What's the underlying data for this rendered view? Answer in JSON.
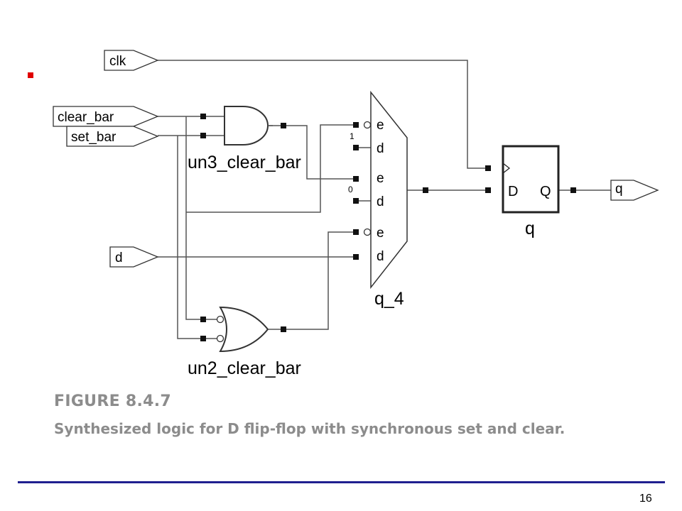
{
  "ports": {
    "clk": "clk",
    "clear_bar": "clear_bar",
    "set_bar": "set_bar",
    "d": "d",
    "q": "q"
  },
  "gates": {
    "and_gate": "un3_clear_bar",
    "or_gate": "un2_clear_bar",
    "mux": "q_4",
    "flipflop": "q"
  },
  "mux_pins": {
    "e1": "e",
    "d1": "d",
    "e2": "e",
    "d2": "d",
    "e3": "e",
    "d3": "d",
    "sel1": "1",
    "sel0": "0"
  },
  "ff_pins": {
    "d": "D",
    "q": "Q"
  },
  "figure": {
    "label": "FIGURE 8.4.7",
    "caption": "Synthesized logic for D flip-flop with synchronous set and clear."
  },
  "page_number": "16",
  "colors": {
    "bullet": "#e00000",
    "caption": "#8c8c8c",
    "footer_line": "#1f1f8f"
  }
}
